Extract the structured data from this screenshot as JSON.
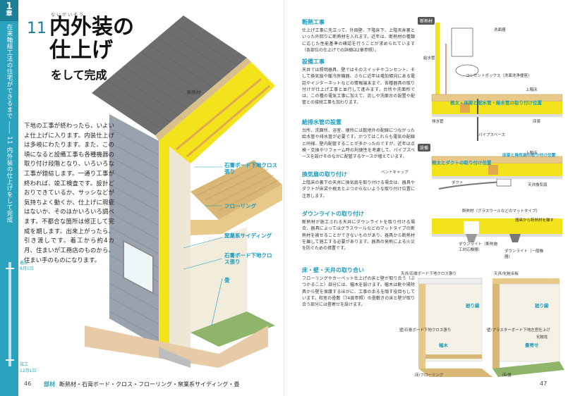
{
  "chapter": {
    "number": "1",
    "unit": "章",
    "vertical_title": "在来軸組工法の住宅ができるまで ―― 11 内外装の仕上げをして完成"
  },
  "timeline": {
    "mark1": "着工",
    "date1": "8月1日",
    "mark2": "竣工",
    "date2": "12月1日"
  },
  "title": {
    "number": "11",
    "line1": "内外装の",
    "line2": "仕上げ",
    "line3": "をして完成",
    "ruby1": "ないがいそう",
    "ruby2": "しあ"
  },
  "lead_text": "下地の工事が終わったら、いよいよ仕上げに入ります。内装仕上げは多岐にわたります。また、この頃になると設備工事も各種機器の取り付け段階となり、いろいろな工事が錯綜します。一通り工事が終われば、竣工検査です。設計どおりできているか、サッシなどが気持ちよく動くか、仕上げに瑕疵はないか、そのほかいろいろ調べます。不都合な箇所は修正して完成を期します。出来上がったら、引き渡しです。着工から約4カ月、住まいが工務店のものから、住まい手のものになります。",
  "callouts": {
    "insulation": "断熱材",
    "gypsum_cloth_top": "石膏ボード下地クロス張り",
    "flooring": "フローリング",
    "siding": "窯業系サイディング",
    "gypsum_cloth_mid": "石膏ボード下地クロス張り",
    "tatami": "畳"
  },
  "page_left": "46",
  "page_right": "47",
  "footer": {
    "tag": "部材",
    "text": "断熱材・石膏ボード・クロス・フローリング・窯業系サイディング・畳"
  },
  "sections": [
    {
      "title": "断熱工事",
      "text": "仕上げ工事に先立って、外周壁、下階床下、上階天井裏といった外回りに断熱材を入れます。近年は、断熱材の種類に応じた性能基準の確認を行うことが求められています（各部位の仕上げでの詳細は2章参照）。"
    },
    {
      "title": "設備工事",
      "text": "天井では照明器具、壁ではそのスイッチやコンセント、そして換気扇や暖冷房機器、さらに近年は増加傾向にある電話やインターネットなどの情報端末まで、各種器具の取り付けが仕上げ工事と並行して進みます。台所や洗面所では、この種の電気工事に加えて、流しや洗面台の設置や配管との接続工事も加わります。"
    },
    {
      "title": "給排水管の設置",
      "text": "台所、洗面所、浴室、便所には数地外の配線につながった給水管や排水管が必要です。かつてはこれらも電気の配線と同様、壁内配管することが多かったのですが、近年は点検・交換やリフォーム時の利便性を考慮して、パイプスペースを設けそのなかに配管するケースが増えています。"
    },
    {
      "title": "換気扇の取り付け",
      "text": "上階床の裏下の天井に換気扇を取り付ける場合は、器具やダクトが床梁や根太とぶつからないような取り付け位置に注意します。"
    },
    {
      "title": "ダウンライトの取り付け",
      "text": "断熱材が施工される天井にダウンライトを取り付ける場合、器具によってはグラスウールなどのマットタイプの断熱材を被せることができないものがあり、器具から断熱材を離して施工する必要があります。器具の発熱による火災を防ぐための措置です。"
    },
    {
      "title": "床・壁・天井の取り合い",
      "text": "フローリングやカーペット仕上げの床と壁が取り合う（ぶつかること）部分には、幅木を設けます。幅木は靴や掃除具から壁を保護するほかに、工事の余るを隠す役目もしています。和室の畳敷（74頁参照）の畳敷きの床と壁が取り合う部分には畳寄せを設けます。"
    }
  ],
  "figure_labels": {
    "tag_insulation": "断熱材",
    "tag_equipment": "設備",
    "washbasin": "洗面器",
    "water_supply": "給水管",
    "outlet": "コンセントボックス（洗面洗浄便座）",
    "upper_floor": "上階床",
    "pipe_note": "根太・床梁と配水管・給水管の取り付け位置",
    "drain": "排水管",
    "floor_beam": "床梁",
    "pipe_space": "パイプスペース",
    "joist_duct": "根太とダクトの取り付け位置",
    "beam_vent": "床梁と換気扇の取り付け位置",
    "vent_cap": "ベントキャップ",
    "duct": "ダクト",
    "ceiling_fan": "天井換気扇",
    "insul_glass": "断熱材（グラスウールなどのマットタイプ）",
    "keep_away": "器具から断熱材を離す",
    "downlight1": "ダウンライト（断熱施工対応機器）",
    "downlight2": "ダウンライト（一般機器）",
    "wall_gypsum": "天井/石膏ボード下地クロス張り",
    "ceiling_wood": "天井/化粧合板",
    "mawari": "廻り縁",
    "wall_cloth": "壁/石膏ボード下地クロス張り",
    "baseboard": "幅木",
    "wall_plaster": "壁/プラスターボード下地左官仕上げ",
    "tatami_edge": "畳寄せ",
    "floor_flooring": "床/フローリング",
    "floor_tatami": "床/畳",
    "pillar": "化粧柱"
  },
  "colors": {
    "accent": "#2ba3bf",
    "accent_dark": "#1b7f98",
    "callout": "#1b9cc0",
    "insulation": "#f3e31b",
    "wood": "#e8c98a"
  }
}
